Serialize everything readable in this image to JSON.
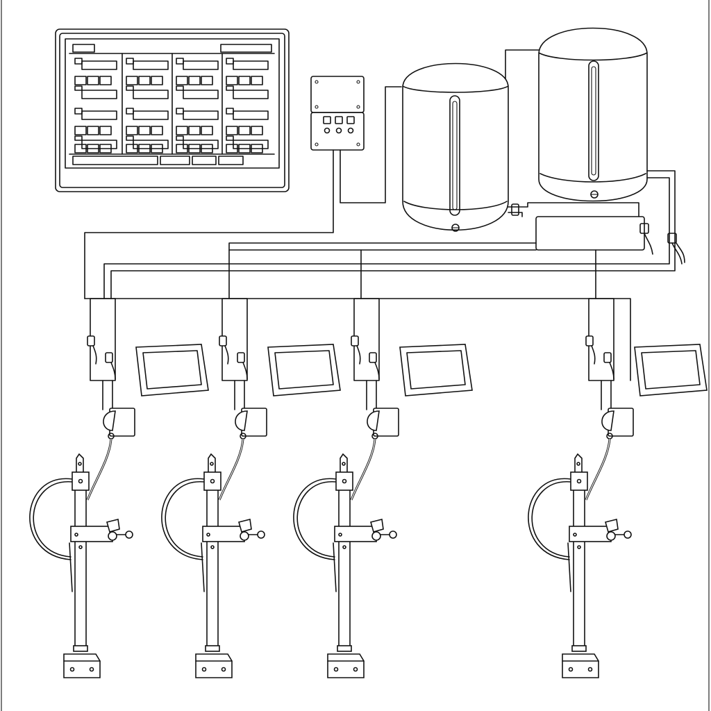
{
  "diagram": {
    "colors": {
      "line": "#111111",
      "background": "#ffffff"
    },
    "components": {
      "control_panel": {
        "icon": "control-panel-icon",
        "columns": 4
      },
      "junction_box": {
        "icon": "junction-box-icon",
        "indicator_buttons": 3,
        "indicator_lights": 3
      },
      "tanks": [
        {
          "icon": "storage-tank-icon"
        },
        {
          "icon": "storage-tank-icon"
        }
      ],
      "manifold": {
        "icon": "manifold-box-icon"
      },
      "stations": [
        {
          "icon": "dispensing-station-icon"
        },
        {
          "icon": "dispensing-station-icon"
        },
        {
          "icon": "dispensing-station-icon"
        },
        {
          "icon": "dispensing-station-icon"
        }
      ]
    }
  }
}
